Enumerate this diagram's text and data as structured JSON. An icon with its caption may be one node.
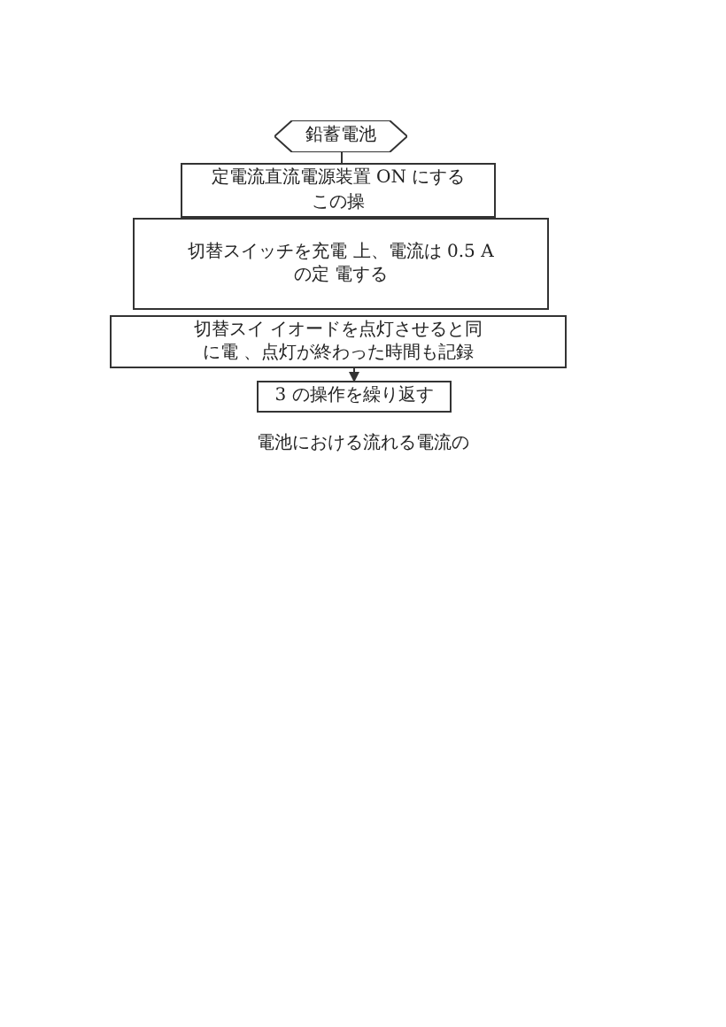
{
  "diagram": {
    "nodes": [
      {
        "text": [
          "鉛蓄電池"
        ]
      },
      {
        "text": [
          "定電流直流電源装置 ON にする",
          "この操"
        ]
      },
      {
        "text": [
          "切替スイッチを充電 上、電流は 0.5 A",
          "の定 電する"
        ]
      },
      {
        "text": [
          "切替スイ イオードを点灯させると同",
          "に電 、点灯が終わった時間も記録"
        ]
      },
      {
        "text": [
          "3 の操作を繰り返す"
        ]
      },
      {
        "text": [
          "電池における流れる電流の"
        ]
      }
    ],
    "edges": [
      {
        "from": 0,
        "to": 1,
        "arrow": "none"
      },
      {
        "from": 3,
        "to": 4,
        "arrow": "to"
      }
    ]
  }
}
